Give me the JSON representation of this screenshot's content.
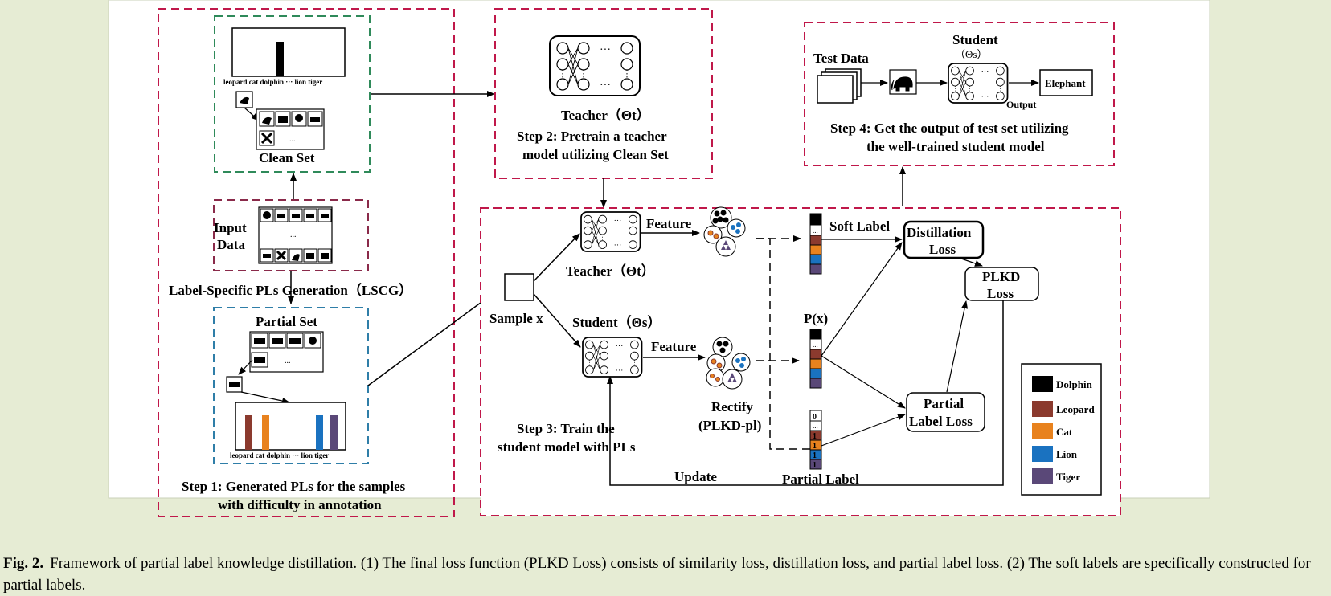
{
  "step1": {
    "clean_set_label": "Clean Set",
    "histogram_labels": "leopard  cat dolphin ··· lion  tiger",
    "ellipsis": "...",
    "input_data_line1": "Input",
    "input_data_line2": "Data",
    "lscg_label": "Label-Specific PLs Generation（LSCG）",
    "partial_set_label": "Partial Set",
    "caption_line1": "Step 1:  Generated PLs for the samples",
    "caption_line2": "with difficulty in annotation"
  },
  "step2": {
    "teacher_label": "Teacher（Θt）",
    "caption_line1": "Step 2:  Pretrain a teacher",
    "caption_line2": "model utilizing Clean Set"
  },
  "step4": {
    "test_data_label": "Test Data",
    "student_label": "Student",
    "student_theta": "（Θs）",
    "output_label": "Output",
    "elephant_label": "Elephant",
    "caption_line1": "Step 4:  Get the output of test set utilizing",
    "caption_line2": "the well-trained student model"
  },
  "step3": {
    "sample_label": "Sample x",
    "teacher_label": "Teacher（Θt）",
    "student_label": "Student（Θs）",
    "feature_label_top": "Feature",
    "feature_label_bottom": "Feature",
    "rectify_line1": "Rectify",
    "rectify_line2": "(PLKD-pl)",
    "soft_label": "Soft Label",
    "px_label": "P(x)",
    "partial_label": "Partial Label",
    "update_label": "Update",
    "distillation_loss_line1": "Distillation",
    "distillation_loss_line2": "Loss",
    "plkd_loss_line1": "PLKD",
    "plkd_loss_line2": "Loss",
    "partial_loss_line1": "Partial",
    "partial_loss_line2": "Label Loss",
    "caption_line1": "Step 3:  Train the",
    "caption_line2": "student model with PLs",
    "partial_vector_values": [
      "0",
      "1",
      "1",
      "1",
      "1"
    ]
  },
  "legend": [
    {
      "label": "Dolphin",
      "color": "#000000"
    },
    {
      "label": "Leopard",
      "color": "#8b3a2e"
    },
    {
      "label": "Cat",
      "color": "#e8821e"
    },
    {
      "label": "Lion",
      "color": "#1a72c0"
    },
    {
      "label": "Tiger",
      "color": "#5a4878"
    }
  ],
  "caption": {
    "fig_label": "Fig. 2.",
    "text": "Framework of partial label knowledge distillation. (1) The final loss function (PLKD Loss) consists of similarity loss, distillation loss, and partial label loss. (2) The soft labels are specifically constructed for partial labels."
  },
  "colors": {
    "background": "#e6ecd4",
    "dash_red": "#c0184a",
    "dash_green": "#2f8a5a",
    "dash_blue": "#2f7ea8",
    "dash_maroon": "#8a2a4a"
  }
}
